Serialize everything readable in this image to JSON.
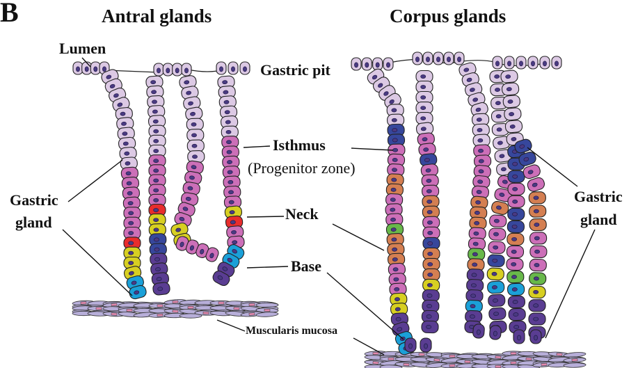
{
  "panel_letter": "B",
  "headings": {
    "antral": "Antral glands",
    "corpus": "Corpus glands"
  },
  "labels": {
    "lumen": "Lumen",
    "gastric_pit": "Gastric pit",
    "isthmus": "Isthmus",
    "progenitor_zone": "(Progenitor zone)",
    "neck": "Neck",
    "base": "Base",
    "gastric_gland_left_1": "Gastric",
    "gastric_gland_left_2": "gland",
    "gastric_gland_right_1": "Gastric",
    "gastric_gland_right_2": "gland",
    "muscularis_mucosa": "Muscularis mucosa"
  },
  "cell_colors": {
    "pit": "#dcc9e4",
    "isthmus_pink": "#cc6fb8",
    "neck_blue": "#37479c",
    "orange": "#d47f52",
    "red": "#e82d2d",
    "yellow": "#d7cf22",
    "green": "#68b84a",
    "cyan": "#1ba0d8",
    "base_purple": "#5a3d92",
    "nucleus": "#4a3a82",
    "muscle": "#b7aed9"
  }
}
